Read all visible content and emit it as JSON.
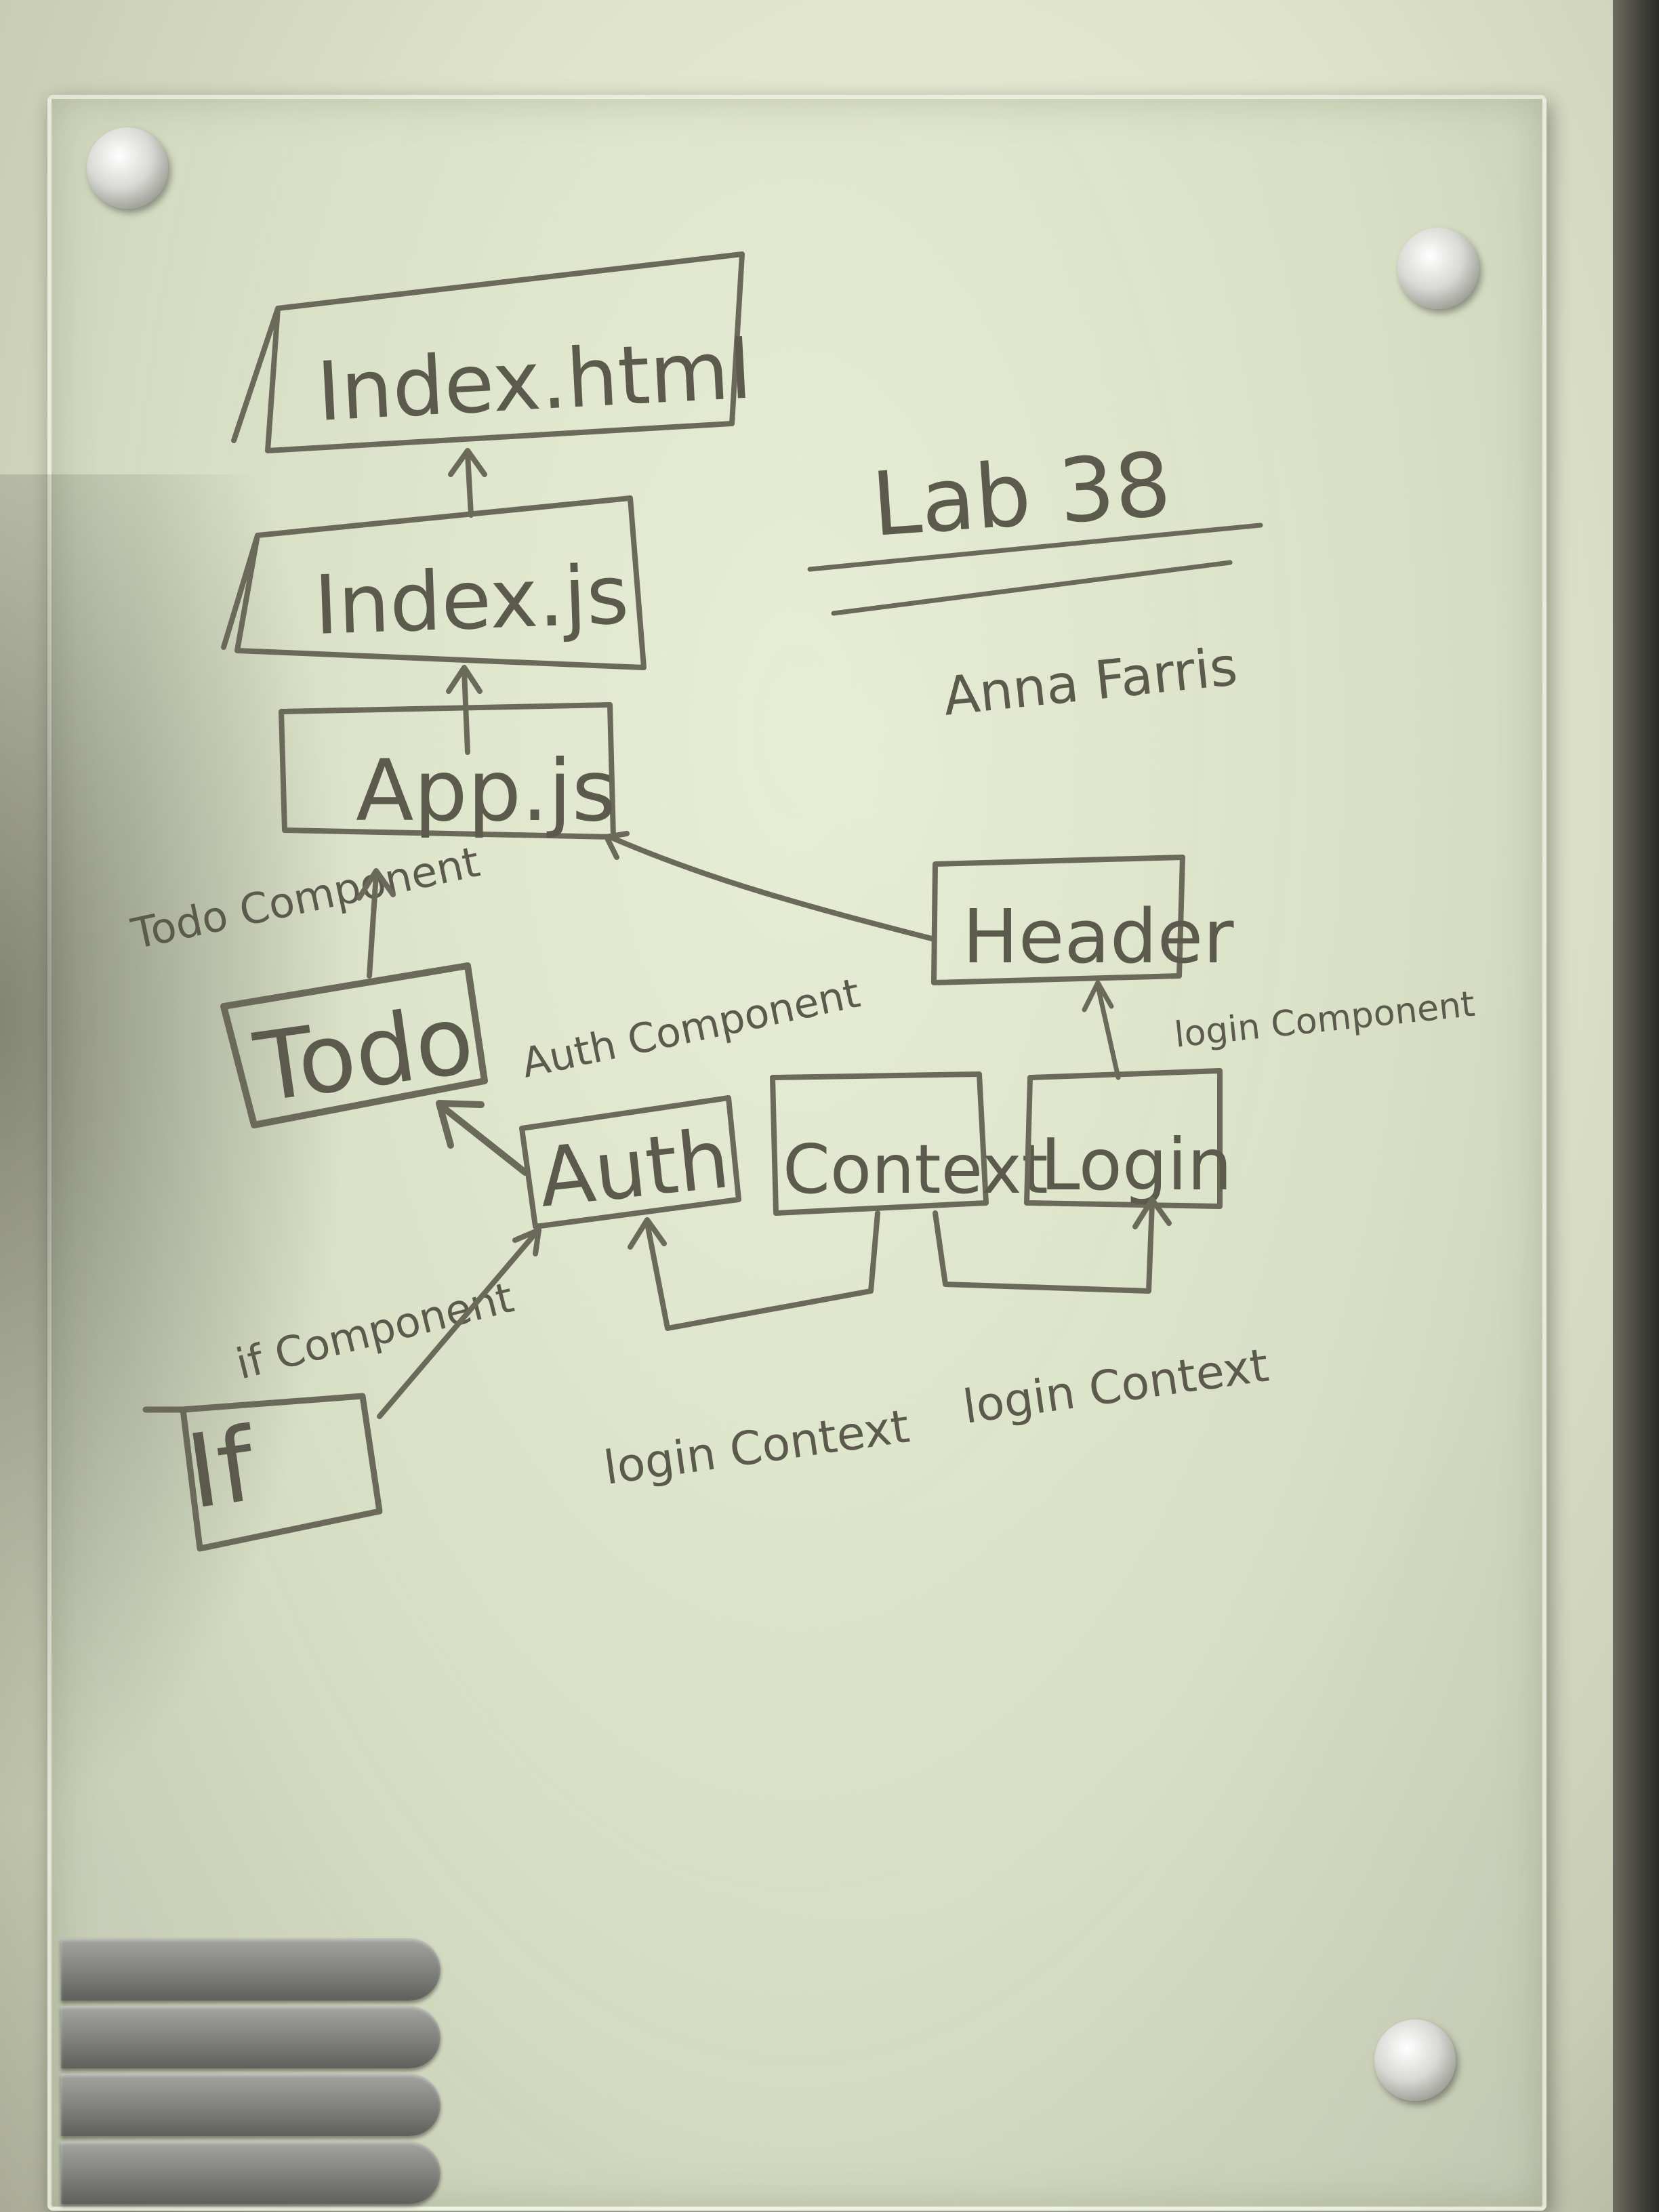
{
  "title": "Lab 38",
  "subtitle": "Anna Farris",
  "nodes": {
    "index_html": "Index.html",
    "index_js": "Index.js",
    "app_js": "App.js",
    "header": "Header",
    "todo": "Todo",
    "auth": "Auth",
    "context": "Context",
    "login": "Login",
    "if_node": "If"
  },
  "notes": {
    "todo_component": "Todo Component",
    "auth_component": "Auth Component",
    "login_component": "login Component",
    "if_component": "if Component",
    "login_context_left": "login Context",
    "login_context_right": "login Context"
  },
  "colors": {
    "ink": "#5b5a4c",
    "board": "#dfe4c9"
  }
}
